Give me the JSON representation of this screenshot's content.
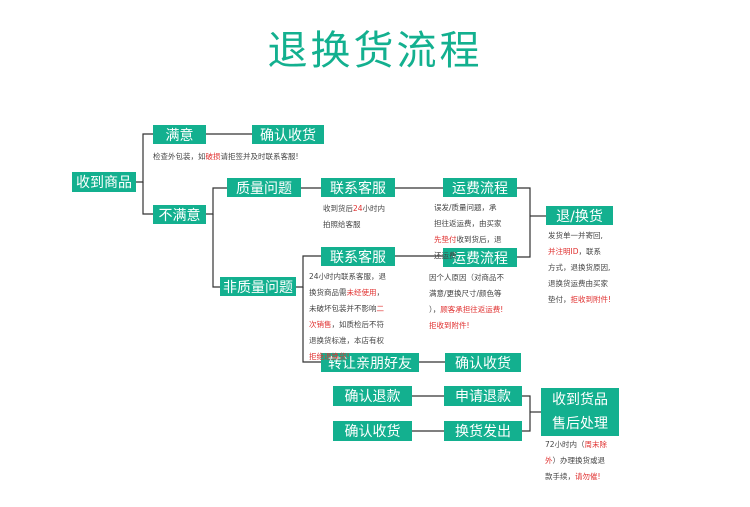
{
  "title": "退换货流程",
  "colors": {
    "accent": "#13b08f",
    "line": "#333333",
    "highlight": "#e0302f"
  },
  "nodes": {
    "receive": "收到商品",
    "satisfied": "满意",
    "confirm_receipt_1": "确认收货",
    "unsatisfied": "不满意",
    "quality_issue": "质量问题",
    "contact_cs_1": "联系客服",
    "shipping_flow_1": "运费流程",
    "return_exchange": "退/换货",
    "non_quality_issue": "非质量问题",
    "contact_cs_2": "联系客服",
    "shipping_flow_2": "运费流程",
    "transfer_friend": "转让亲朋好友",
    "confirm_receipt_2": "确认收货",
    "confirm_refund": "确认退款",
    "apply_refund": "申请退款",
    "confirm_receipt_3": "确认收货",
    "exchange_ship": "换货发出",
    "after_sales_1": "收到货品",
    "after_sales_2": "售后处理"
  },
  "notes": {
    "inspect": {
      "a": "检查外包装，如",
      "b": "破损",
      "c": "请拒签并及时联系客服!"
    },
    "quality_cs": {
      "l1a": "收到货后",
      "l1b": "24",
      "l1c": "小时内",
      "l2": "拍照给客服"
    },
    "quality_fee": {
      "l1": "误发/质量问题，承",
      "l2": "担往返运费，由买家",
      "l3a": "先垫付",
      "l3b": "收到货后，退",
      "l4": "还运费"
    },
    "return_form": {
      "l1": "发货单一并寄回,",
      "l2a": "并注明ID",
      "l2b": "，联系",
      "l3": "方式，退换货原因,",
      "l4": "退换货运费由买家",
      "l5a": "垫付，",
      "l5b": "拒收到附件!"
    },
    "nonquality_cs": {
      "l1": "24小时内联系客服，退",
      "l2a": "换货商品需",
      "l2b": "未经使用",
      "l2c": "，",
      "l3a": "未破坏包装并不影响",
      "l3b": "二",
      "l4a": "次销售",
      "l4b": "，如质检后不符",
      "l5": "退换货标准，本店有权",
      "l6": "拒绝退换货!"
    },
    "nonquality_fee": {
      "l1": "因个人原因（对商品不",
      "l2": "满意/更换尺寸/颜色等",
      "l3a": "），",
      "l3b": "顾客承担往返运费!",
      "l4": "拒收到附件!"
    },
    "after_sales": {
      "l1a": "72小时内（",
      "l1b": "周末除",
      "l2a": "外",
      "l2b": "）办理换货或退",
      "l3a": "款手续，",
      "l3b": "请勿催!"
    }
  }
}
